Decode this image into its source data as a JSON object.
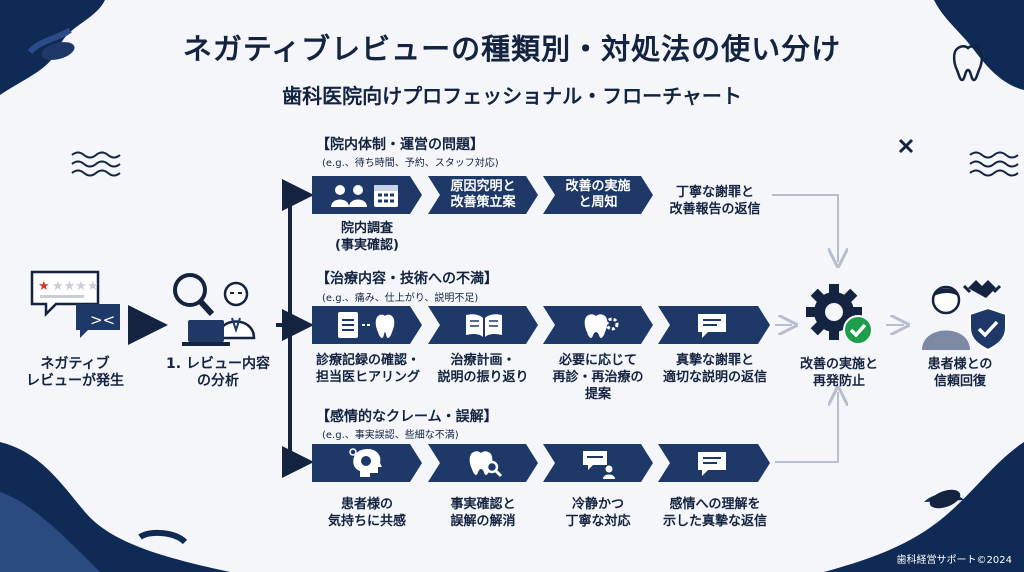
{
  "header": {
    "title": "ネガティブレビューの種類別・対処法の使い分け",
    "subtitle": "歯科医院向けプロフェッショナル・フローチャート"
  },
  "start": {
    "label": "ネガティブ\nレビューが発生",
    "analysis_label": "1. レビュー内容\nの分析"
  },
  "branches": [
    {
      "title": "【院内体制・運営の問題】",
      "example": "(e.g.、待ち時間、予約、スタッフ対応)",
      "steps": [
        {
          "label": "",
          "caption": "院内調査\n(事実確認)",
          "icon": "staff-calendar-icon"
        },
        {
          "label": "原因究明と\n改善策立案",
          "caption": ""
        },
        {
          "label": "改善の実施\nと周知",
          "caption": ""
        }
      ],
      "reply": "丁寧な謝罪と\n改善報告の返信"
    },
    {
      "title": "【治療内容・技術への不満】",
      "example": "(e.g.、痛み、仕上がり、説明不足)",
      "steps": [
        {
          "label": "",
          "caption": "診療記録の確認・\n担当医ヒアリング",
          "icon": "records-tooth-icon"
        },
        {
          "label": "",
          "caption": "治療計画・\n説明の振り返り",
          "icon": "open-book-icon"
        },
        {
          "label": "",
          "caption": "必要に応じて\n再診・再治療の\n提案",
          "icon": "tooth-gear-icon"
        },
        {
          "label": "",
          "caption": "真摯な謝罪と\n適切な説明の返信",
          "icon": "message-icon"
        }
      ]
    },
    {
      "title": "【感情的なクレーム・誤解】",
      "example": "(e.g.、事実誤認、些細な不満)",
      "steps": [
        {
          "label": "",
          "caption": "患者様の\n気持ちに共感",
          "icon": "empathy-head-icon"
        },
        {
          "label": "",
          "caption": "事実確認と\n誤解の解消",
          "icon": "tooth-search-icon"
        },
        {
          "label": "",
          "caption": "冷静かつ\n丁寧な対応",
          "icon": "person-chat-icon"
        },
        {
          "label": "",
          "caption": "感情への理解を\n示した真摯な返信",
          "icon": "message-icon"
        }
      ]
    }
  ],
  "outcome": {
    "improve_label": "改善の実施と\n再発防止",
    "trust_label": "患者様との\n信頼回復"
  },
  "footer": "歯科経営サポート©2024",
  "colors": {
    "navy": "#1e3868",
    "dark_navy": "#14233f",
    "green": "#1e9e4a",
    "star": "#d9342b"
  }
}
